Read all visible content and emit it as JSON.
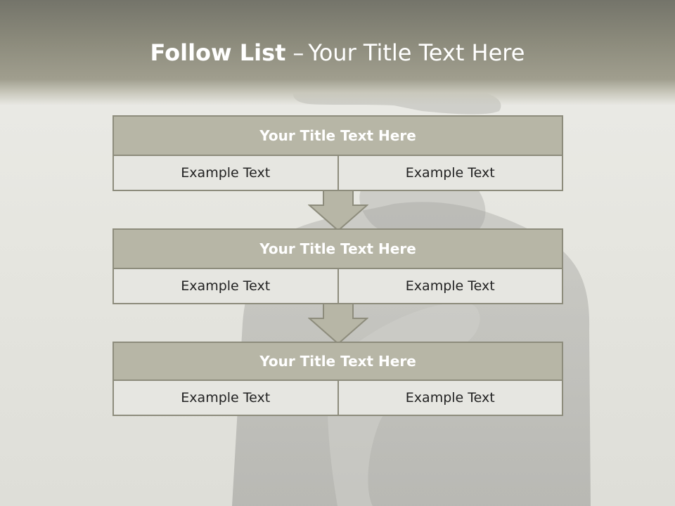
{
  "title": {
    "main": "Follow List",
    "separator": "–",
    "sub": "Your Title Text Here"
  },
  "blocks": [
    {
      "heading": "Your Title Text Here",
      "cells": [
        "Example Text",
        "Example Text"
      ]
    },
    {
      "heading": "Your Title Text Here",
      "cells": [
        "Example Text",
        "Example Text"
      ]
    },
    {
      "heading": "Your Title Text Here",
      "cells": [
        "Example Text",
        "Example Text"
      ]
    }
  ],
  "colors": {
    "header_band": "#8c8b7c",
    "block_heading": "#b7b6a6",
    "block_border": "#8d8c7c",
    "cell_background": "#e6e6e1",
    "arrow": "#b7b6a6"
  },
  "icons": [
    "down-arrow-icon",
    "down-arrow-icon"
  ]
}
